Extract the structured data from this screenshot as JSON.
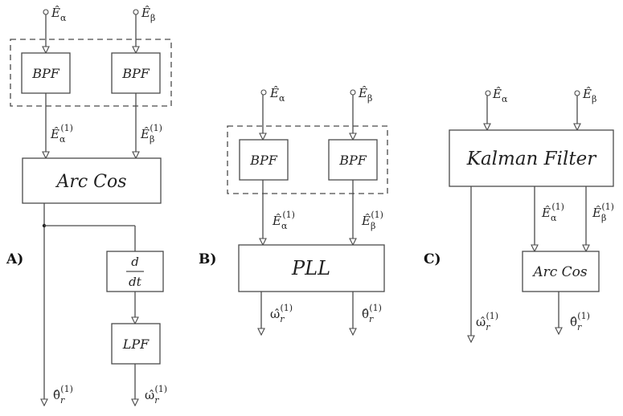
{
  "panels": {
    "a": {
      "label": "A)",
      "inputs": [
        {
          "base": "Ê",
          "sub": "α"
        },
        {
          "base": "Ê",
          "sub": "β"
        }
      ],
      "blocks": {
        "bpf_left": "BPF",
        "bpf_right": "BPF",
        "arccos": "Arc Cos",
        "deriv_num": "d",
        "deriv_den": "dt",
        "lpf": "LPF"
      },
      "mid_signals": [
        {
          "base": "Ê",
          "sub": "α",
          "sup": "(1)"
        },
        {
          "base": "Ê",
          "sub": "β",
          "sup": "(1)"
        }
      ],
      "outputs": [
        {
          "base": "θ̂",
          "sub": "r",
          "sup": "(1)"
        },
        {
          "base": "ω̂",
          "sub": "r",
          "sup": "(1)"
        }
      ]
    },
    "b": {
      "label": "B)",
      "inputs": [
        {
          "base": "Ê",
          "sub": "α"
        },
        {
          "base": "Ê",
          "sub": "β"
        }
      ],
      "blocks": {
        "bpf_left": "BPF",
        "bpf_right": "BPF",
        "pll": "PLL"
      },
      "mid_signals": [
        {
          "base": "Ê",
          "sub": "α",
          "sup": "(1)"
        },
        {
          "base": "Ê",
          "sub": "β",
          "sup": "(1)"
        }
      ],
      "outputs": [
        {
          "base": "ω̂",
          "sub": "r",
          "sup": "(1)"
        },
        {
          "base": "θ̂",
          "sub": "r",
          "sup": "(1)"
        }
      ]
    },
    "c": {
      "label": "C)",
      "inputs": [
        {
          "base": "Ê",
          "sub": "α"
        },
        {
          "base": "Ê",
          "sub": "β"
        }
      ],
      "blocks": {
        "kalman": "Kalman Filter",
        "arccos": "Arc Cos"
      },
      "mid_signals": [
        {
          "base": "Ê",
          "sub": "α",
          "sup": "(1)"
        },
        {
          "base": "Ê",
          "sub": "β",
          "sup": "(1)"
        }
      ],
      "outputs": [
        {
          "base": "ω̂",
          "sub": "r",
          "sup": "(1)"
        },
        {
          "base": "θ̂",
          "sub": "r",
          "sup": "(1)"
        }
      ]
    }
  }
}
